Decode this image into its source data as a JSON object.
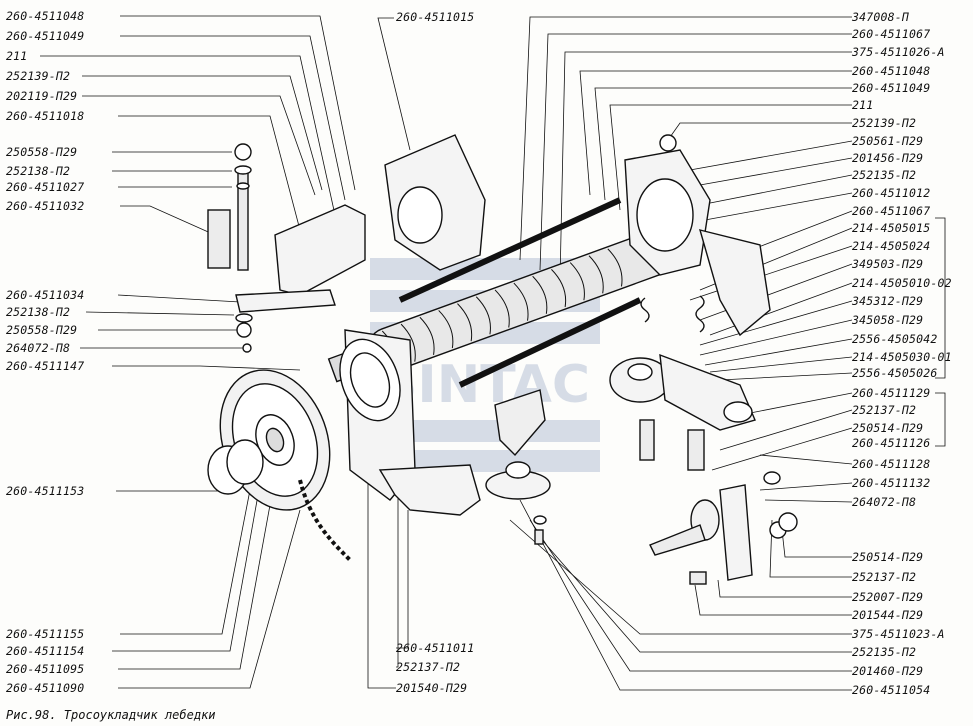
{
  "caption": "Рис.98. Тросоукладчик лебедки",
  "left_labels": [
    "260-4511048",
    "260-4511049",
    "211",
    "252139-П2",
    "202119-П29",
    "260-4511018",
    "250558-П29",
    "252138-П2",
    "260-4511027",
    "260-4511032",
    "260-4511034",
    "252138-П2",
    "250558-П29",
    "264072-П8",
    "260-4511147",
    "260-4511153",
    "260-4511155",
    "260-4511154",
    "260-4511095",
    "260-4511090"
  ],
  "top_label": "260-4511015",
  "right_labels": [
    "347008-П",
    "260-4511067",
    "375-4511026-А",
    "260-4511048",
    "260-4511049",
    "211",
    "252139-П2",
    "250561-П29",
    "201456-П29",
    "252135-П2",
    "260-4511012",
    "260-4511067",
    "214-4505015",
    "214-4505024",
    "349503-П29",
    "214-4505010-02",
    "345312-П29",
    "345058-П29",
    "2556-4505042",
    "214-4505030-01",
    "2556-4505026",
    "260-4511129",
    "252137-П2",
    "250514-П29",
    "260-4511126",
    "260-4511128",
    "260-4511132",
    "264072-П8"
  ],
  "bottom_right_labels": [
    "250514-П29",
    "252137-П2",
    "252007-П29",
    "201544-П29",
    "375-4511023-А",
    "252135-П2",
    "201460-П29",
    "260-4511054"
  ],
  "bottom_center_labels": [
    "260-4511011",
    "252137-П2",
    "201540-П29"
  ],
  "watermark": "SINTAC"
}
